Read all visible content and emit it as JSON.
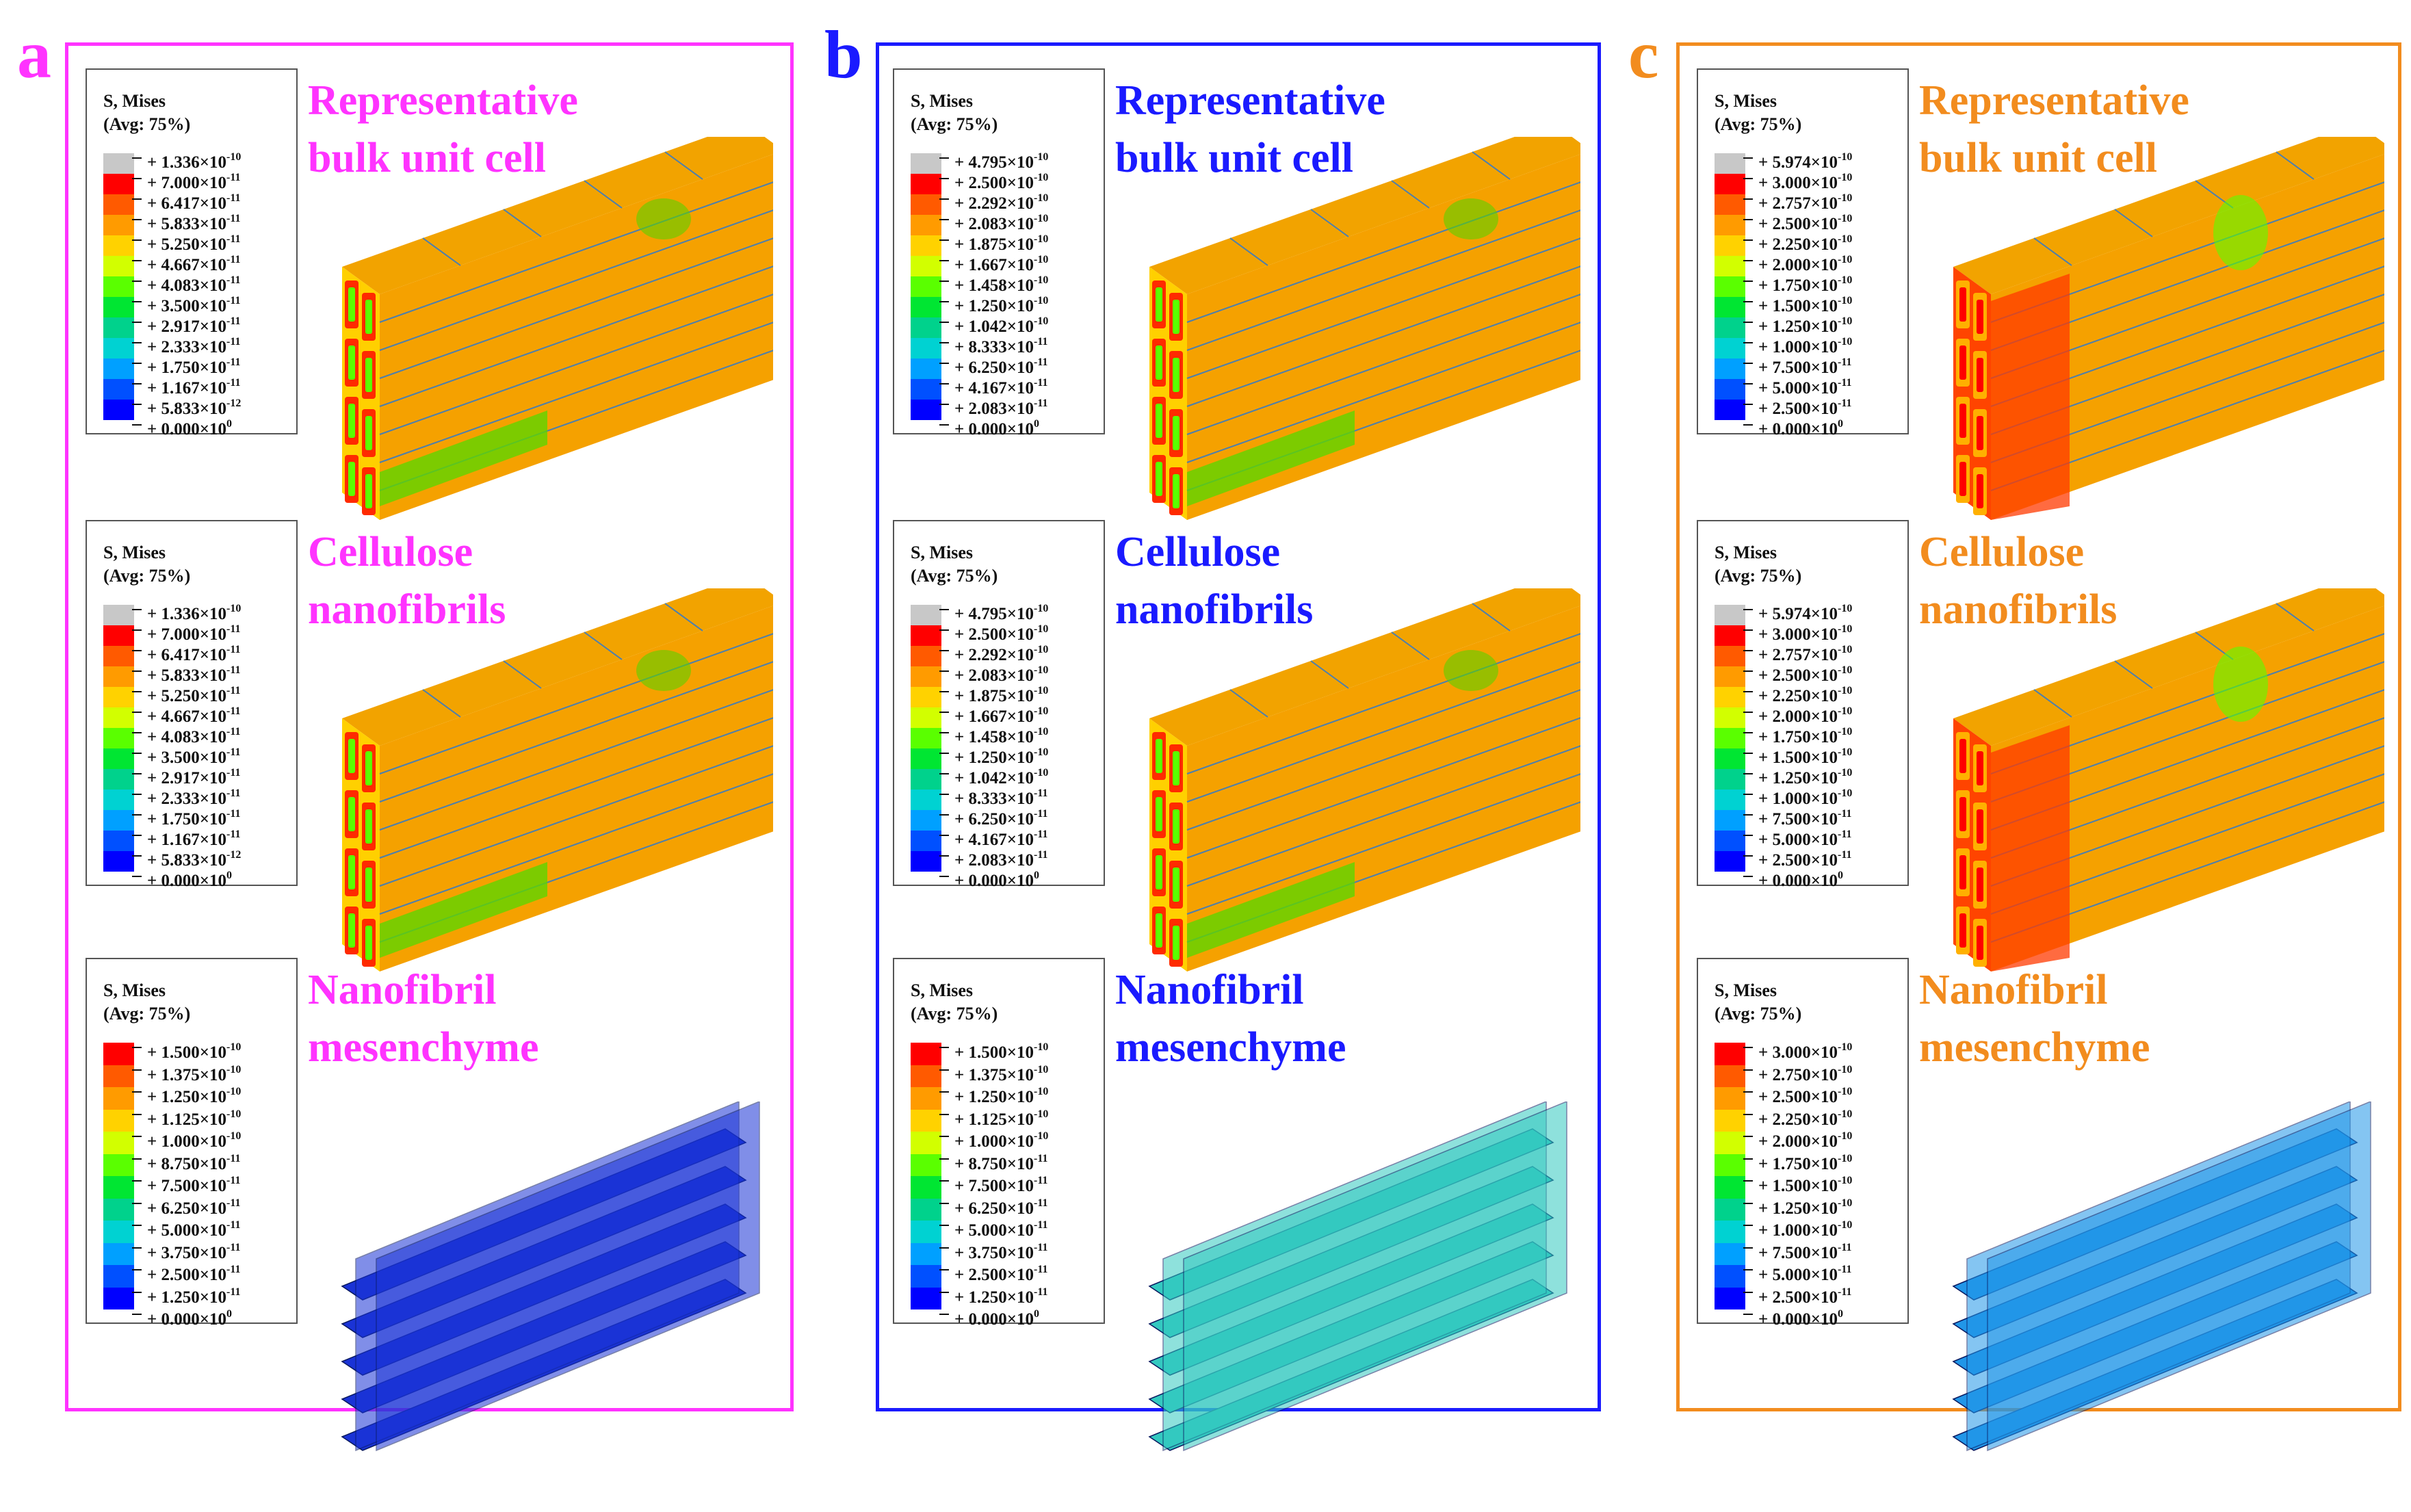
{
  "panels": [
    {
      "letter": "a",
      "color": "#ff33ff",
      "sections": [
        {
          "title_lines": [
            "Representative",
            "bulk unit cell"
          ],
          "legend": {
            "header1": "S, Mises",
            "header2": "(Avg: 75%)",
            "ticks": [
              "+ 1.336×10^-10",
              "+ 7.000×10^-11",
              "+ 6.417×10^-11",
              "+ 5.833×10^-11",
              "+ 5.250×10^-11",
              "+ 4.667×10^-11",
              "+ 4.083×10^-11",
              "+ 3.500×10^-11",
              "+ 2.917×10^-11",
              "+ 2.333×10^-11",
              "+ 1.750×10^-11",
              "+ 1.167×10^-11",
              "+ 5.833×10^-12",
              "+ 0.000×10^0"
            ]
          },
          "object": "bulk-dense",
          "top_color": "#f5a100"
        },
        {
          "title_lines": [
            "Cellulose",
            "nanofibrils"
          ],
          "legend": {
            "header1": "S, Mises",
            "header2": "(Avg: 75%)",
            "ticks": [
              "+ 1.336×10^-10",
              "+ 7.000×10^-11",
              "+ 6.417×10^-11",
              "+ 5.833×10^-11",
              "+ 5.250×10^-11",
              "+ 4.667×10^-11",
              "+ 4.083×10^-11",
              "+ 3.500×10^-11",
              "+ 2.917×10^-11",
              "+ 2.333×10^-11",
              "+ 1.750×10^-11",
              "+ 1.167×10^-11",
              "+ 5.833×10^-12",
              "+ 0.000×10^0"
            ]
          },
          "object": "bulk-dense",
          "top_color": "#f5a100"
        },
        {
          "title_lines": [
            "Nanofibril",
            "mesenchyme"
          ],
          "legend": {
            "header1": "S, Mises",
            "header2": "(Avg: 75%)",
            "ticks": [
              "+ 1.500×10^-10",
              "+ 1.375×10^-10",
              "+ 1.250×10^-10",
              "+ 1.125×10^-10",
              "+ 1.000×10^-10",
              "+ 8.750×10^-11",
              "+ 7.500×10^-11",
              "+ 6.250×10^-11",
              "+ 5.000×10^-11",
              "+ 3.750×10^-11",
              "+ 2.500×10^-11",
              "+ 1.250×10^-11",
              "+ 0.000×10^0"
            ]
          },
          "object": "mesh",
          "top_color": "#1a33d6"
        }
      ]
    },
    {
      "letter": "b",
      "color": "#1a1aff",
      "sections": [
        {
          "title_lines": [
            "Representative",
            "bulk unit cell"
          ],
          "legend": {
            "header1": "S, Mises",
            "header2": "(Avg: 75%)",
            "ticks": [
              "+ 4.795×10^-10",
              "+ 2.500×10^-10",
              "+ 2.292×10^-10",
              "+ 2.083×10^-10",
              "+ 1.875×10^-10",
              "+ 1.667×10^-10",
              "+ 1.458×10^-10",
              "+ 1.250×10^-10",
              "+ 1.042×10^-10",
              "+ 8.333×10^-11",
              "+ 6.250×10^-11",
              "+ 4.167×10^-11",
              "+ 2.083×10^-11",
              "+ 0.000×10^0"
            ]
          },
          "object": "bulk-dense",
          "top_color": "#f5a100"
        },
        {
          "title_lines": [
            "Cellulose",
            "nanofibrils"
          ],
          "legend": {
            "header1": "S, Mises",
            "header2": "(Avg: 75%)",
            "ticks": [
              "+ 4.795×10^-10",
              "+ 2.500×10^-10",
              "+ 2.292×10^-10",
              "+ 2.083×10^-10",
              "+ 1.875×10^-10",
              "+ 1.667×10^-10",
              "+ 1.458×10^-10",
              "+ 1.250×10^-10",
              "+ 1.042×10^-10",
              "+ 8.333×10^-11",
              "+ 6.250×10^-11",
              "+ 4.167×10^-11",
              "+ 2.083×10^-11",
              "+ 0.000×10^0"
            ]
          },
          "object": "bulk-dense",
          "top_color": "#f5a100"
        },
        {
          "title_lines": [
            "Nanofibril",
            "mesenchyme"
          ],
          "legend": {
            "header1": "S, Mises",
            "header2": "(Avg: 75%)",
            "ticks": [
              "+ 1.500×10^-10",
              "+ 1.375×10^-10",
              "+ 1.250×10^-10",
              "+ 1.125×10^-10",
              "+ 1.000×10^-10",
              "+ 8.750×10^-11",
              "+ 7.500×10^-11",
              "+ 6.250×10^-11",
              "+ 5.000×10^-11",
              "+ 3.750×10^-11",
              "+ 2.500×10^-11",
              "+ 1.250×10^-11",
              "+ 0.000×10^0"
            ]
          },
          "object": "mesh",
          "top_color": "#33c9c0"
        }
      ]
    },
    {
      "letter": "c",
      "color": "#f28c1e",
      "sections": [
        {
          "title_lines": [
            "Representative",
            "bulk unit cell"
          ],
          "legend": {
            "header1": "S, Mises",
            "header2": "(Avg: 75%)",
            "ticks": [
              "+ 5.974×10^-10",
              "+ 3.000×10^-10",
              "+ 2.757×10^-10",
              "+ 2.500×10^-10",
              "+ 2.250×10^-10",
              "+ 2.000×10^-10",
              "+ 1.750×10^-10",
              "+ 1.500×10^-10",
              "+ 1.250×10^-10",
              "+ 1.000×10^-10",
              "+ 7.500×10^-11",
              "+ 5.000×10^-11",
              "+ 2.500×10^-11",
              "+ 0.000×10^0"
            ]
          },
          "object": "bulk-red",
          "top_color": "#f5a100"
        },
        {
          "title_lines": [
            "Cellulose",
            "nanofibrils"
          ],
          "legend": {
            "header1": "S, Mises",
            "header2": "(Avg: 75%)",
            "ticks": [
              "+ 5.974×10^-10",
              "+ 3.000×10^-10",
              "+ 2.757×10^-10",
              "+ 2.500×10^-10",
              "+ 2.250×10^-10",
              "+ 2.000×10^-10",
              "+ 1.750×10^-10",
              "+ 1.500×10^-10",
              "+ 1.250×10^-10",
              "+ 1.000×10^-10",
              "+ 7.500×10^-11",
              "+ 5.000×10^-11",
              "+ 2.500×10^-11",
              "+ 0.000×10^0"
            ]
          },
          "object": "bulk-red",
          "top_color": "#f5a100"
        },
        {
          "title_lines": [
            "Nanofibril",
            "mesenchyme"
          ],
          "legend": {
            "header1": "S, Mises",
            "header2": "(Avg: 75%)",
            "ticks": [
              "+ 3.000×10^-10",
              "+ 2.750×10^-10",
              "+ 2.500×10^-10",
              "+ 2.250×10^-10",
              "+ 2.000×10^-10",
              "+ 1.750×10^-10",
              "+ 1.500×10^-10",
              "+ 1.250×10^-10",
              "+ 1.000×10^-10",
              "+ 7.500×10^-11",
              "+ 5.000×10^-11",
              "+ 2.500×10^-11",
              "+ 0.000×10^0"
            ]
          },
          "object": "mesh",
          "top_color": "#2196e8"
        }
      ]
    }
  ],
  "colormap_13": [
    "#c8c8c8",
    "#ff0000",
    "#ff5a00",
    "#ff9b00",
    "#ffd200",
    "#d2ff00",
    "#5aff00",
    "#00e632",
    "#00d28c",
    "#00d2d2",
    "#00a0ff",
    "#0050ff",
    "#0000ff"
  ],
  "colormap_12": [
    "#ff0000",
    "#ff5a00",
    "#ff9b00",
    "#ffd200",
    "#d2ff00",
    "#5aff00",
    "#00e632",
    "#00d28c",
    "#00d2d2",
    "#00a0ff",
    "#0050ff",
    "#0000ff"
  ]
}
